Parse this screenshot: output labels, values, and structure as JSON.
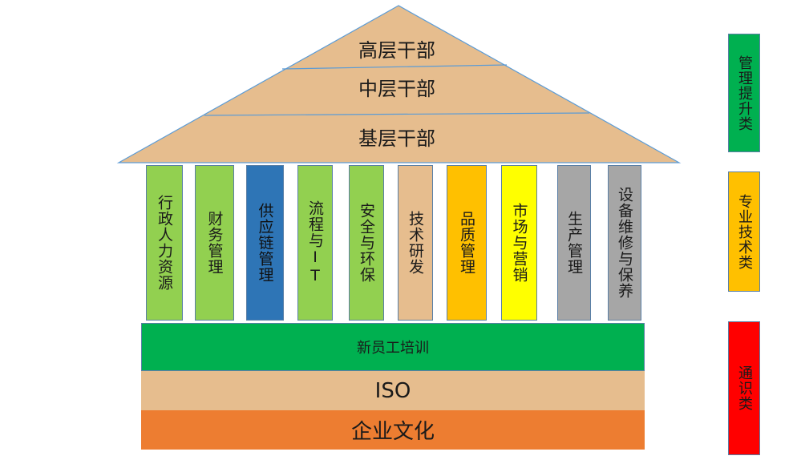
{
  "roof": {
    "tiers": [
      "高层干部",
      "中层干部",
      "基层干部"
    ]
  },
  "pillars": [
    {
      "label": "行政人力资源",
      "color": "#92d050"
    },
    {
      "label": "财务管理",
      "color": "#92d050"
    },
    {
      "label": "供应链管理",
      "color": "#2e75b6"
    },
    {
      "label": "流程与IT",
      "color": "#92d050"
    },
    {
      "label": "安全与环保",
      "color": "#92d050"
    },
    {
      "label": "技术研发",
      "color": "#e6bd8e"
    },
    {
      "label": "品质管理",
      "color": "#ffc000"
    },
    {
      "label": "市场与营销",
      "color": "#ffff00"
    },
    {
      "label": "生产管理",
      "color": "#a6a6a6"
    },
    {
      "label": "设备维修与保养",
      "color": "#a6a6a6"
    }
  ],
  "foundation": {
    "new_staff": "新员工培训",
    "iso": "ISO",
    "culture": "企业文化"
  },
  "categories": [
    {
      "label": "管理提升类",
      "color": "#00b050"
    },
    {
      "label": "专业技术类",
      "color": "#ffc000"
    },
    {
      "label": "通识类",
      "color": "#ff0000"
    }
  ],
  "colors": {
    "roof": "#e6bd8e",
    "roof_line": "#5b9bd5",
    "new_staff_band": "#00b050",
    "iso_band": "#e6bd8e",
    "culture_band": "#ed7d31"
  }
}
